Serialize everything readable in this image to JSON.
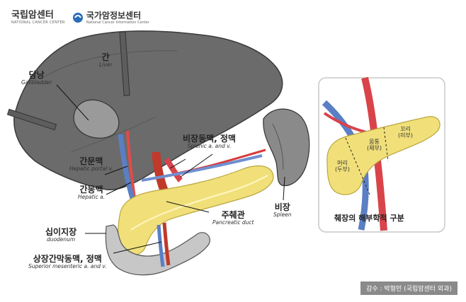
{
  "logos": {
    "ncc_ko": "국립암센터",
    "ncc_en": "NATIONAL CANCER CENTER",
    "ncic_ko": "국가암정보센터",
    "ncic_en": "National Cancer Information Center"
  },
  "labels": {
    "liver": {
      "ko": "간",
      "en": "Liver"
    },
    "gallbladder": {
      "ko": "담낭",
      "en": "Gallbladder"
    },
    "splenic": {
      "ko": "비장동맥, 정맥",
      "en": "Splenic a. and v."
    },
    "portal": {
      "ko": "간문맥",
      "en": "Hepatic portal v."
    },
    "hepatic_a": {
      "ko": "간동맥",
      "en": "Hepatic a."
    },
    "pancreatic_duct": {
      "ko": "주췌관",
      "en": "Pancreatic duct"
    },
    "spleen": {
      "ko": "비장",
      "en": "Spleen"
    },
    "duodenum": {
      "ko": "십이지장",
      "en": "duodenum"
    },
    "smav": {
      "ko": "상장간막동맥, 정맥",
      "en": "Superior mesenteric a. and v."
    }
  },
  "inset": {
    "title": "췌장의 해부학적 구분",
    "head": "머리\n(두부)",
    "body": "몸통\n(체부)",
    "tail": "꼬리\n(미부)"
  },
  "credit": "감수 : 박형민 (국립암센터 외과)"
}
